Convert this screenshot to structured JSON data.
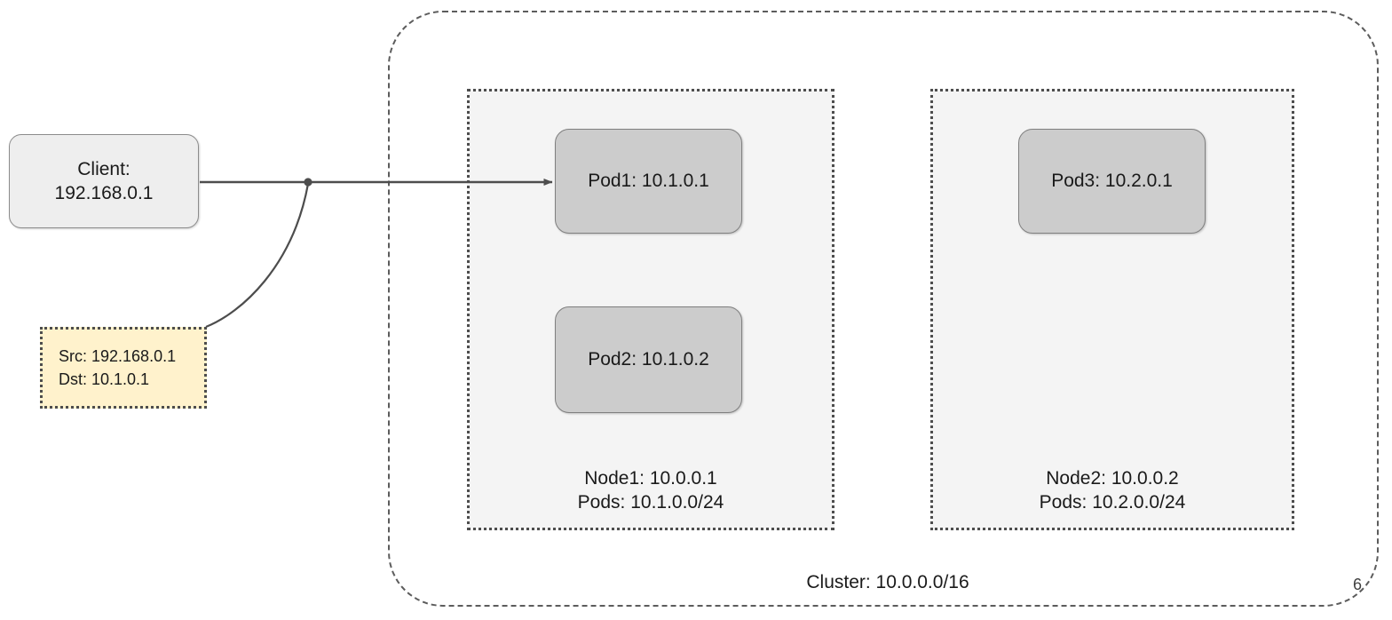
{
  "diagram": {
    "type": "kubernetes-cluster-network-topology",
    "page_number": "6",
    "cluster": {
      "label": "Cluster: 10.0.0.0/16",
      "cidr": "10.0.0.0/16"
    },
    "client": {
      "label": "Client:\n192.168.0.1",
      "ip": "192.168.0.1"
    },
    "packet_note": {
      "src_line": "Src: 192.168.0.1",
      "dst_line": "Dst: 10.1.0.1",
      "src": "192.168.0.1",
      "dst": "10.1.0.1"
    },
    "nodes": [
      {
        "id": "node1",
        "label": "Node1: 10.0.0.1\nPods: 10.1.0.0/24",
        "name": "Node1",
        "ip": "10.0.0.1",
        "pod_cidr": "10.1.0.0/24",
        "pods": [
          {
            "id": "pod1",
            "label": "Pod1: 10.1.0.1",
            "name": "Pod1",
            "ip": "10.1.0.1"
          },
          {
            "id": "pod2",
            "label": "Pod2: 10.1.0.2",
            "name": "Pod2",
            "ip": "10.1.0.2"
          }
        ]
      },
      {
        "id": "node2",
        "label": "Node2: 10.0.0.2\nPods: 10.2.0.0/24",
        "name": "Node2",
        "ip": "10.0.0.2",
        "pod_cidr": "10.2.0.0/24",
        "pods": [
          {
            "id": "pod3",
            "label": "Pod3: 10.2.0.1",
            "name": "Pod3",
            "ip": "10.2.0.1"
          }
        ]
      }
    ],
    "edges": [
      {
        "id": "client-to-pod1",
        "from": "client",
        "to": "pod1",
        "style": "solid-arrow"
      },
      {
        "id": "note-to-flow",
        "from": "packet_note",
        "to": "client-to-pod1",
        "style": "solid-curve"
      }
    ],
    "colors": {
      "pod_fill": "#cccccc",
      "node_fill": "#f4f4f4",
      "client_fill": "#eeeeee",
      "note_fill": "#fff2cc",
      "stroke": "#4d4d4d",
      "text": "#1a1a1a"
    }
  }
}
